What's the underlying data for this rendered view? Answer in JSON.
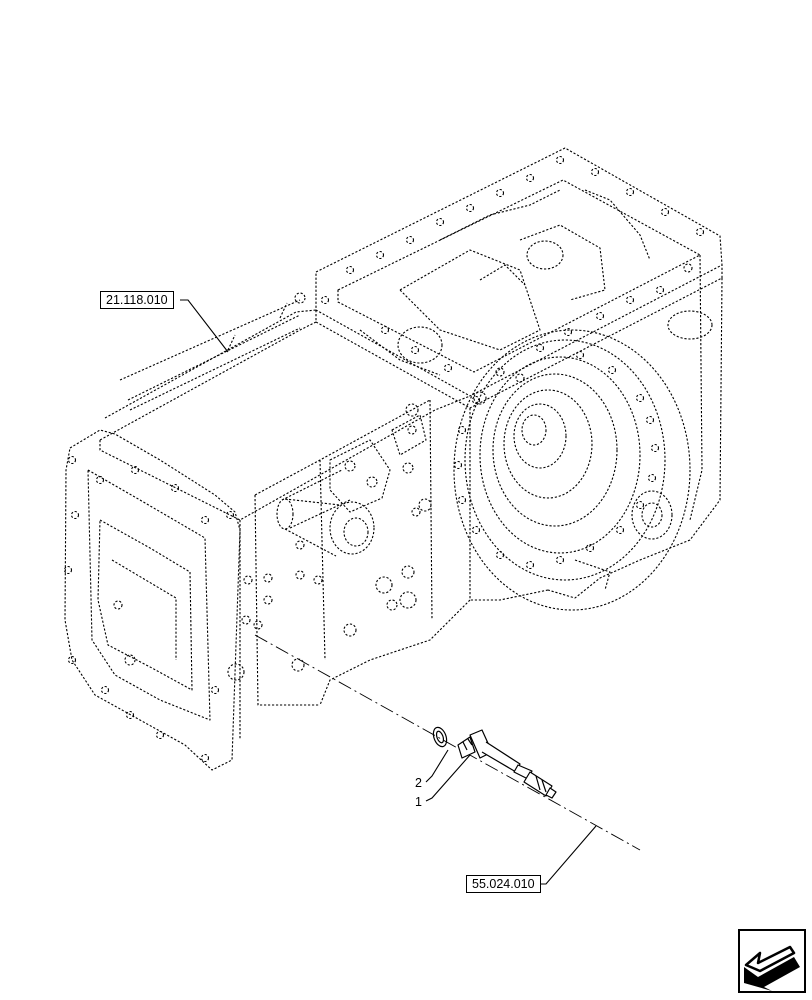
{
  "references": [
    {
      "id": "transmission-housing",
      "label": "21.118.010"
    },
    {
      "id": "sensor-assembly",
      "label": "55.024.010"
    }
  ],
  "callouts": [
    {
      "item": "2"
    },
    {
      "item": "1"
    }
  ],
  "nav_icon": "previous-page-arrow-icon"
}
